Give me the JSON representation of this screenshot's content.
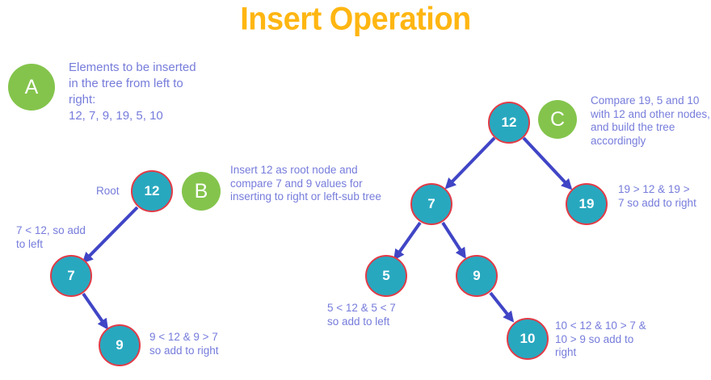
{
  "title": "Insert Operation",
  "badges": {
    "a": "A",
    "b": "B",
    "c": "C"
  },
  "annotations": {
    "a_text": "Elements to be inserted\nin the tree from left to\nright:\n12, 7, 9, 19, 5, 10",
    "b_text": "Insert 12 as root node and\ncompare 7 and 9 values for\ninserting to right or left-sub tree",
    "c_text": "Compare 19, 5 and 10\nwith 12 and other nodes,\nand build the tree\naccordingly",
    "root_label": "Root",
    "left_7_note": "7 < 12, so add\nto left",
    "left_9_note": "9 < 12 & 9 > 7\nso add to right",
    "right_19_note": "19 > 12 & 19 >\n7 so add to right",
    "right_5_note": "5 < 12 & 5 < 7\nso add to left",
    "right_10_note": "10 < 12 & 10 > 7 &\n10 > 9 so add to\nright"
  },
  "insert_sequence": [
    "12",
    "7",
    "9",
    "19",
    "5",
    "10"
  ],
  "left_tree": {
    "n12": "12",
    "n7": "7",
    "n9": "9"
  },
  "right_tree": {
    "n12": "12",
    "n7": "7",
    "n19": "19",
    "n5": "5",
    "n9": "9",
    "n10": "10"
  },
  "colors": {
    "title": "#FFB612",
    "badge_green": "#84C44C",
    "node_fill": "#28A8BF",
    "node_border": "#E23B47",
    "arrow": "#4045C6",
    "text_purple": "#767CDB"
  }
}
